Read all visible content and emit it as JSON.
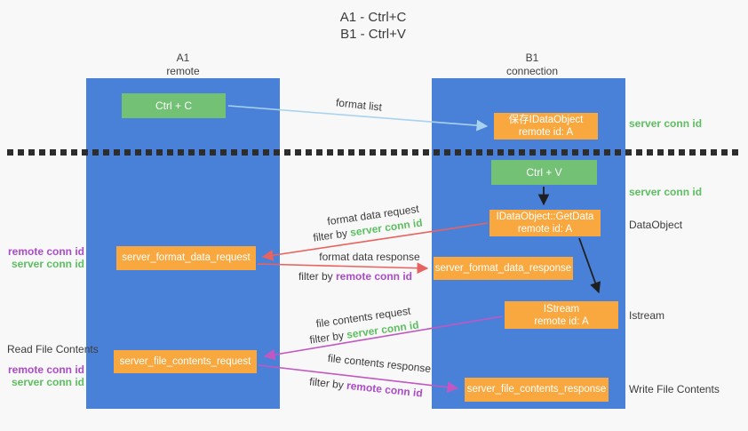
{
  "title": {
    "line1": "A1 - Ctrl+C",
    "line2": "B1 - Ctrl+V"
  },
  "columns": {
    "a1": {
      "name": "A1",
      "role": "remote"
    },
    "b1": {
      "name": "B1",
      "role": "connection"
    }
  },
  "nodes": {
    "ctrl_c": {
      "label": "Ctrl + C"
    },
    "save_idataobject": {
      "line1": "保存IDataObject",
      "line2": "remote id: A"
    },
    "ctrl_v": {
      "label": "Ctrl + V"
    },
    "getdata": {
      "line1": "IDataObject::GetData",
      "line2": "remote id: A"
    },
    "format_request": {
      "label": "server_format_data_request"
    },
    "format_response": {
      "label": "server_format_data_response"
    },
    "istream": {
      "line1": "IStream",
      "line2": "remote id: A"
    },
    "file_request": {
      "label": "server_file_contents_request"
    },
    "file_response": {
      "label": "server_file_contents_response"
    }
  },
  "edge_labels": {
    "format_list": "format list",
    "format_data_request": "format data request",
    "format_data_response": "format data response",
    "file_contents_request": "file contents request",
    "file_contents_response": "file contents response",
    "filter_by": "filter by",
    "server_conn_id": "server conn id",
    "remote_conn_id": "remote conn id"
  },
  "right_labels": {
    "server_conn_id_1": "server conn id",
    "server_conn_id_2": "server conn id",
    "dataobject": "DataObject",
    "istream": "Istream",
    "write_file_contents": "Write File Contents"
  },
  "left_labels": {
    "remote_conn_id_1": "remote conn id",
    "server_conn_id_1": "server conn id",
    "read_file_contents": "Read File Contents",
    "remote_conn_id_2": "remote conn id",
    "server_conn_id_2": "server conn id"
  },
  "colors": {
    "panel_blue": "#4A81D8",
    "box_green": "#72C174",
    "box_orange": "#F9A83F",
    "arrow_light_blue": "#A9D2F0",
    "arrow_red": "#E8635F",
    "arrow_magenta": "#C257C2",
    "arrow_black": "#1F1F1F",
    "label_green": "#5CBF60",
    "label_purple": "#AC4BC8",
    "divider_dark": "#2D2D2D"
  }
}
